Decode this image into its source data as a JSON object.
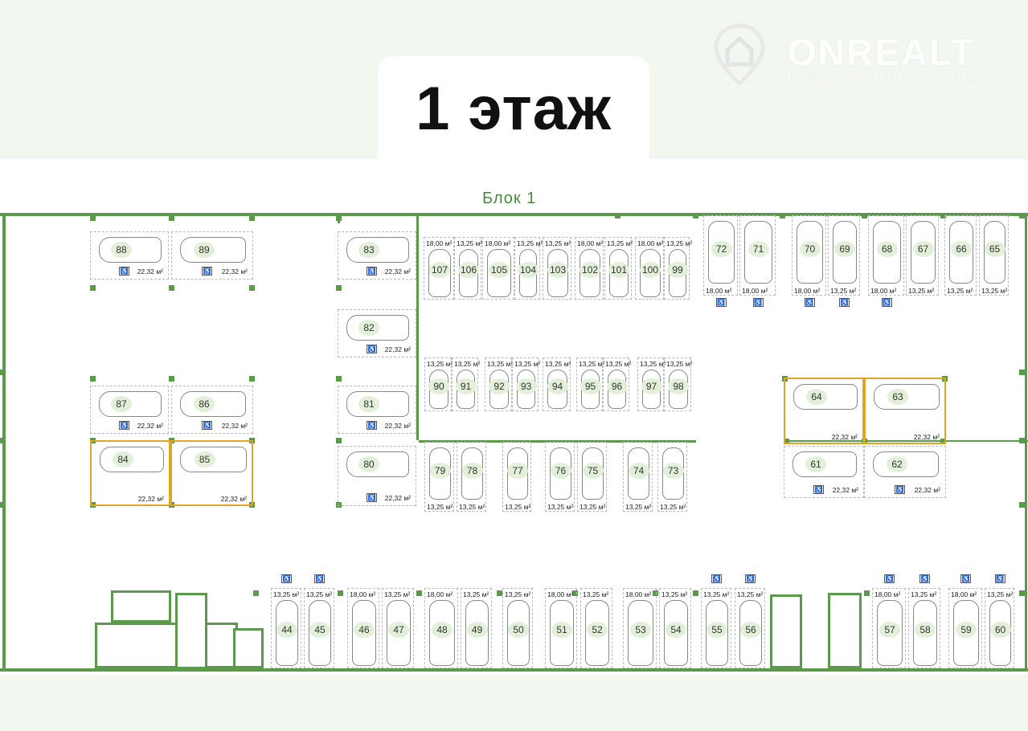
{
  "header": {
    "floor_title": "1 этаж"
  },
  "watermark": {
    "brand": "ONREALT",
    "subtitle": "НЕДВИЖИМОСТЬ"
  },
  "plan": {
    "block_label": "Блок 1",
    "accent_color": "#5a9a4a",
    "highlight_color": "#e0a526",
    "accessible_icon": "wheelchair-icon",
    "spots": [
      {
        "n": "88",
        "area": "22,32 м²",
        "acc": true
      },
      {
        "n": "89",
        "area": "22,32 м²",
        "acc": true
      },
      {
        "n": "83",
        "area": "22,32 м²",
        "acc": true
      },
      {
        "n": "82",
        "area": "22,32 м²",
        "acc": true
      },
      {
        "n": "87",
        "area": "22,32 м²",
        "acc": true
      },
      {
        "n": "86",
        "area": "22,32 м²",
        "acc": true
      },
      {
        "n": "81",
        "area": "22,32 м²",
        "acc": true
      },
      {
        "n": "84",
        "area": "22,32 м²",
        "acc": false,
        "highlighted": true
      },
      {
        "n": "85",
        "area": "22,32 м²",
        "acc": false,
        "highlighted": true
      },
      {
        "n": "80",
        "area": "22,32 м²",
        "acc": true
      },
      {
        "n": "64",
        "area": "22,32 м²",
        "acc": false,
        "highlighted": true
      },
      {
        "n": "63",
        "area": "22,32 м²",
        "acc": false,
        "highlighted": true
      },
      {
        "n": "61",
        "area": "22,32 м²",
        "acc": true
      },
      {
        "n": "62",
        "area": "22,32 м²",
        "acc": true
      },
      {
        "n": "107",
        "area": "18,00 м²",
        "acc": false
      },
      {
        "n": "106",
        "area": "13,25 м²",
        "acc": false
      },
      {
        "n": "105",
        "area": "18,00 м²",
        "acc": false
      },
      {
        "n": "104",
        "area": "13,25 м²",
        "acc": false
      },
      {
        "n": "103",
        "area": "13,25 м²",
        "acc": false
      },
      {
        "n": "102",
        "area": "18,00 м²",
        "acc": false
      },
      {
        "n": "101",
        "area": "13,25 м²",
        "acc": false
      },
      {
        "n": "100",
        "area": "18,00 м²",
        "acc": false
      },
      {
        "n": "99",
        "area": "13,25 м²",
        "acc": false
      },
      {
        "n": "90",
        "area": "13,25 м²",
        "acc": false
      },
      {
        "n": "91",
        "area": "13,25 м²",
        "acc": false
      },
      {
        "n": "92",
        "area": "13,25 м²",
        "acc": false
      },
      {
        "n": "93",
        "area": "13,25 м²",
        "acc": false
      },
      {
        "n": "94",
        "area": "13,25 м²",
        "acc": false
      },
      {
        "n": "95",
        "area": "13,25 м²",
        "acc": false
      },
      {
        "n": "96",
        "area": "13,25 м²",
        "acc": false
      },
      {
        "n": "97",
        "area": "13,25 м²",
        "acc": false
      },
      {
        "n": "98",
        "area": "13,25 м²",
        "acc": false
      },
      {
        "n": "79",
        "area": "13,25 м²",
        "acc": false
      },
      {
        "n": "78",
        "area": "13,25 м²",
        "acc": false
      },
      {
        "n": "77",
        "area": "13,25 м²",
        "acc": false
      },
      {
        "n": "76",
        "area": "13,25 м²",
        "acc": false
      },
      {
        "n": "75",
        "area": "13,25 м²",
        "acc": false
      },
      {
        "n": "74",
        "area": "13,25 м²",
        "acc": false
      },
      {
        "n": "73",
        "area": "13,25 м²",
        "acc": false
      },
      {
        "n": "72",
        "area": "18,00 м²",
        "acc": true
      },
      {
        "n": "71",
        "area": "18,00 м²",
        "acc": true
      },
      {
        "n": "70",
        "area": "18,00 м²",
        "acc": true
      },
      {
        "n": "69",
        "area": "13,25 м²",
        "acc": true
      },
      {
        "n": "68",
        "area": "18,00 м²",
        "acc": true
      },
      {
        "n": "67",
        "area": "13,25 м²",
        "acc": false
      },
      {
        "n": "66",
        "area": "13,25 м²",
        "acc": false
      },
      {
        "n": "65",
        "area": "13,25 м²",
        "acc": false
      },
      {
        "n": "44",
        "area": "13,25 м²",
        "acc": true
      },
      {
        "n": "45",
        "area": "13,25 м²",
        "acc": true
      },
      {
        "n": "46",
        "area": "18,00 м²",
        "acc": false
      },
      {
        "n": "47",
        "area": "13,25 м²",
        "acc": false
      },
      {
        "n": "48",
        "area": "18,00 м²",
        "acc": false
      },
      {
        "n": "49",
        "area": "13,25 м²",
        "acc": false
      },
      {
        "n": "50",
        "area": "13,25 м²",
        "acc": false
      },
      {
        "n": "51",
        "area": "18,00 м²",
        "acc": false
      },
      {
        "n": "52",
        "area": "13,25 м²",
        "acc": false
      },
      {
        "n": "53",
        "area": "18,00 м²",
        "acc": false
      },
      {
        "n": "54",
        "area": "13,25 м²",
        "acc": false
      },
      {
        "n": "55",
        "area": "13,25 м²",
        "acc": true
      },
      {
        "n": "56",
        "area": "13,25 м²",
        "acc": true
      },
      {
        "n": "57",
        "area": "18,00 м²",
        "acc": true
      },
      {
        "n": "58",
        "area": "13,25 м²",
        "acc": true
      },
      {
        "n": "59",
        "area": "18,00 м²",
        "acc": true
      },
      {
        "n": "60",
        "area": "13,25 м²",
        "acc": true
      }
    ]
  }
}
